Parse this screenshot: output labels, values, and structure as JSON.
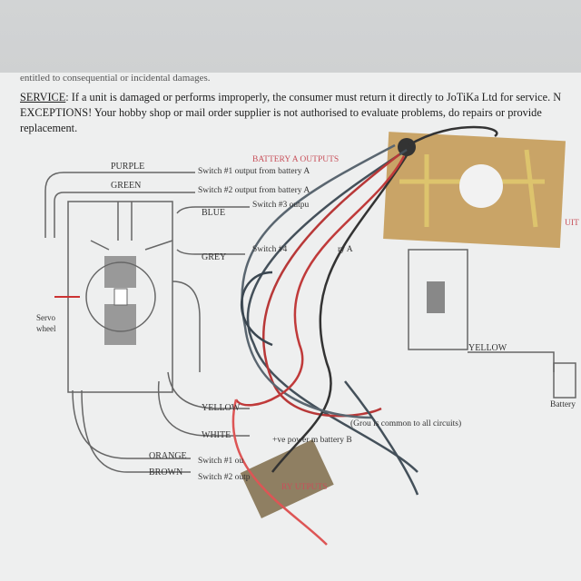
{
  "document": {
    "cut_line": "entitled to consequential or incidental damages.",
    "service_heading": "SERVICE",
    "service_line1": ": If a unit is damaged or performs improperly, the consumer must return it directly to JoTiKa Ltd for service. N",
    "service_line2": "EXCEPTIONS! Your hobby shop or mail order supplier is not authorised to evaluate problems, do repairs or provide",
    "service_line3": "replacement."
  },
  "diagram": {
    "battery_a_title": "BATTERY A OUTPUTS",
    "battery_b_title": "RY  UTPUTS",
    "wires": [
      {
        "color": "PURPLE",
        "desc": "Switch #1 output from battery A"
      },
      {
        "color": "GREEN",
        "desc": "Switch #2 output from battery A"
      },
      {
        "color": "BLUE",
        "desc": "Switch #3 outpu"
      },
      {
        "color": "GREY",
        "desc": "Switch #4"
      },
      {
        "color": "YELLOW",
        "desc": "(Grou  is common to all circuits)"
      },
      {
        "color": "WHITE",
        "desc": "+ve power   m battery B"
      },
      {
        "color": "ORANGE",
        "desc": "Switch #1 ou"
      },
      {
        "color": "BROWN",
        "desc": "Switch #2 outp"
      }
    ],
    "servo_label": "Servo\nwheel",
    "right_yellow": "YELLOW",
    "right_battery": "Battery",
    "right_uit": "UIT",
    "right_battery_a": "ry A"
  }
}
